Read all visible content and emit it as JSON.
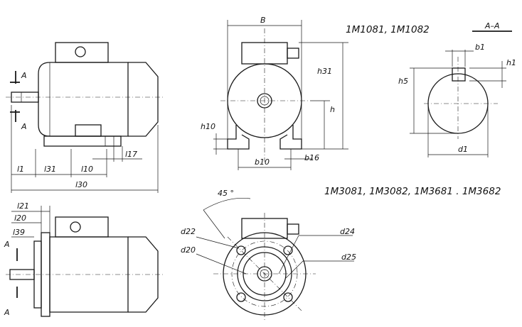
{
  "models": {
    "foot_mount": "1М1081, 1М1082",
    "flange_mount": "1М3081, 1М3082, 1М3681 . 1М3682"
  },
  "section": {
    "title": "А–А",
    "b1": "b1",
    "h1": "h1",
    "h5": "h5",
    "d1": "d1"
  },
  "side_view": {
    "a_top": "А",
    "a_bottom": "А",
    "l1": "l1",
    "l31": "l31",
    "l10": "l10",
    "l17": "l17",
    "l30": "l30"
  },
  "front_view": {
    "B": "B",
    "h31": "h31",
    "h": "h",
    "h10": "h10",
    "b10": "b10",
    "b16": "b16"
  },
  "flange_side": {
    "l21": "l21",
    "l20": "l20",
    "l39": "l39",
    "a_top": "А",
    "a_bottom": "А"
  },
  "flange_front": {
    "angle": "45 °",
    "d22": "d22",
    "d20": "d20",
    "d24": "d24",
    "d25": "d25"
  }
}
